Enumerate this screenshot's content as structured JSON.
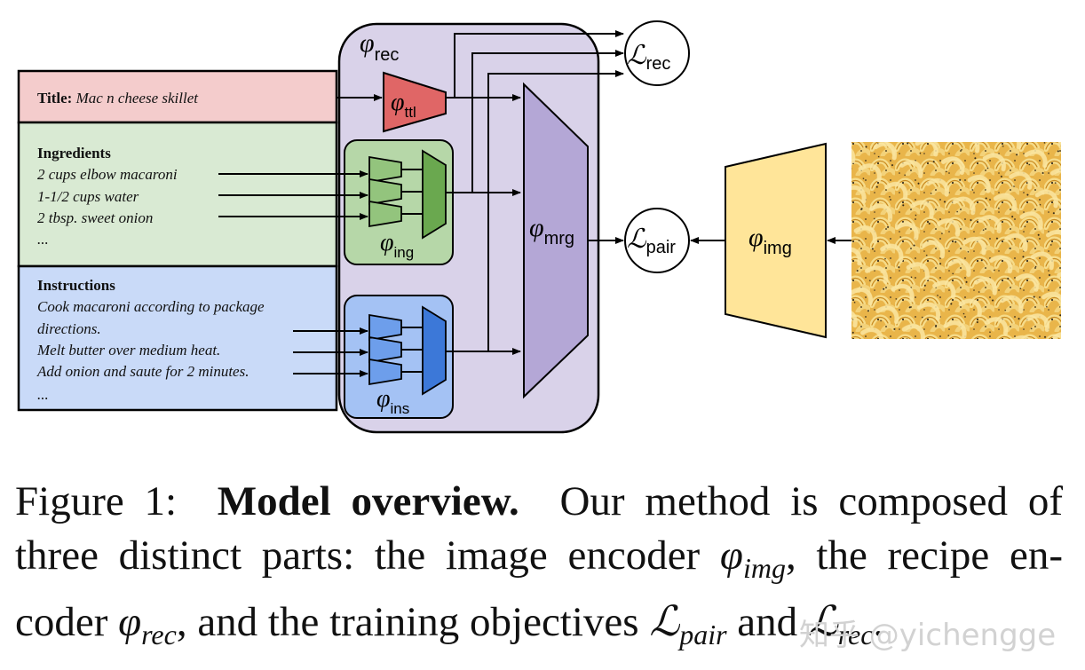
{
  "recipe": {
    "title_label": "Title:",
    "title_value": "Mac n cheese skillet",
    "ingredients_heading": "Ingredients",
    "ingredients": [
      "2 cups elbow macaroni",
      "1-1/2 cups water",
      "2 tbsp. sweet onion",
      "..."
    ],
    "instructions_heading": "Instructions",
    "instructions": [
      "Cook macaroni according to package",
      "directions.",
      "Melt butter over medium heat.",
      "Add onion and saute for 2 minutes.",
      "..."
    ]
  },
  "modules": {
    "phi": "φ",
    "rec": "rec",
    "ttl": "ttl",
    "ing": "ing",
    "ins": "ins",
    "mrg": "mrg",
    "img": "img"
  },
  "losses": {
    "L": "ℒ",
    "rec": "rec",
    "pair": "pair"
  },
  "colors": {
    "title_bg": "#f4cccc",
    "ingredients_bg": "#d9ead3",
    "instructions_bg": "#c9daf8",
    "rec_bg": "#d9d2e9",
    "ttl_encoder": "#e06666",
    "ing_encoder": "#93c47d",
    "ing_module_bg": "#b6d7a8",
    "ins_encoder": "#6d9eeb",
    "ins_module_bg": "#a4c2f4",
    "mrg": "#b4a7d6",
    "img_encoder": "#ffe599"
  },
  "image_description_icon": "mac-and-cheese-photo",
  "caption": {
    "prefix": "Figure 1:",
    "bold": "Model overview.",
    "l1_rest": "Our method is composed of",
    "l2_a": "three distinct parts: the image encoder",
    "l2_phi": "φ",
    "l2_sub": "img",
    "l2_b": ", the recipe en-",
    "l3_a": "coder",
    "l3_phi": "φ",
    "l3_sub": "rec",
    "l3_b": ", and the training objectives",
    "l3_L1": "ℒ",
    "l3_sub1": "pair",
    "l3_and": "and",
    "l3_L2": "ℒ",
    "l3_sub2": "rec",
    "l3_end": "."
  },
  "watermark": "知乎 @yichengge"
}
